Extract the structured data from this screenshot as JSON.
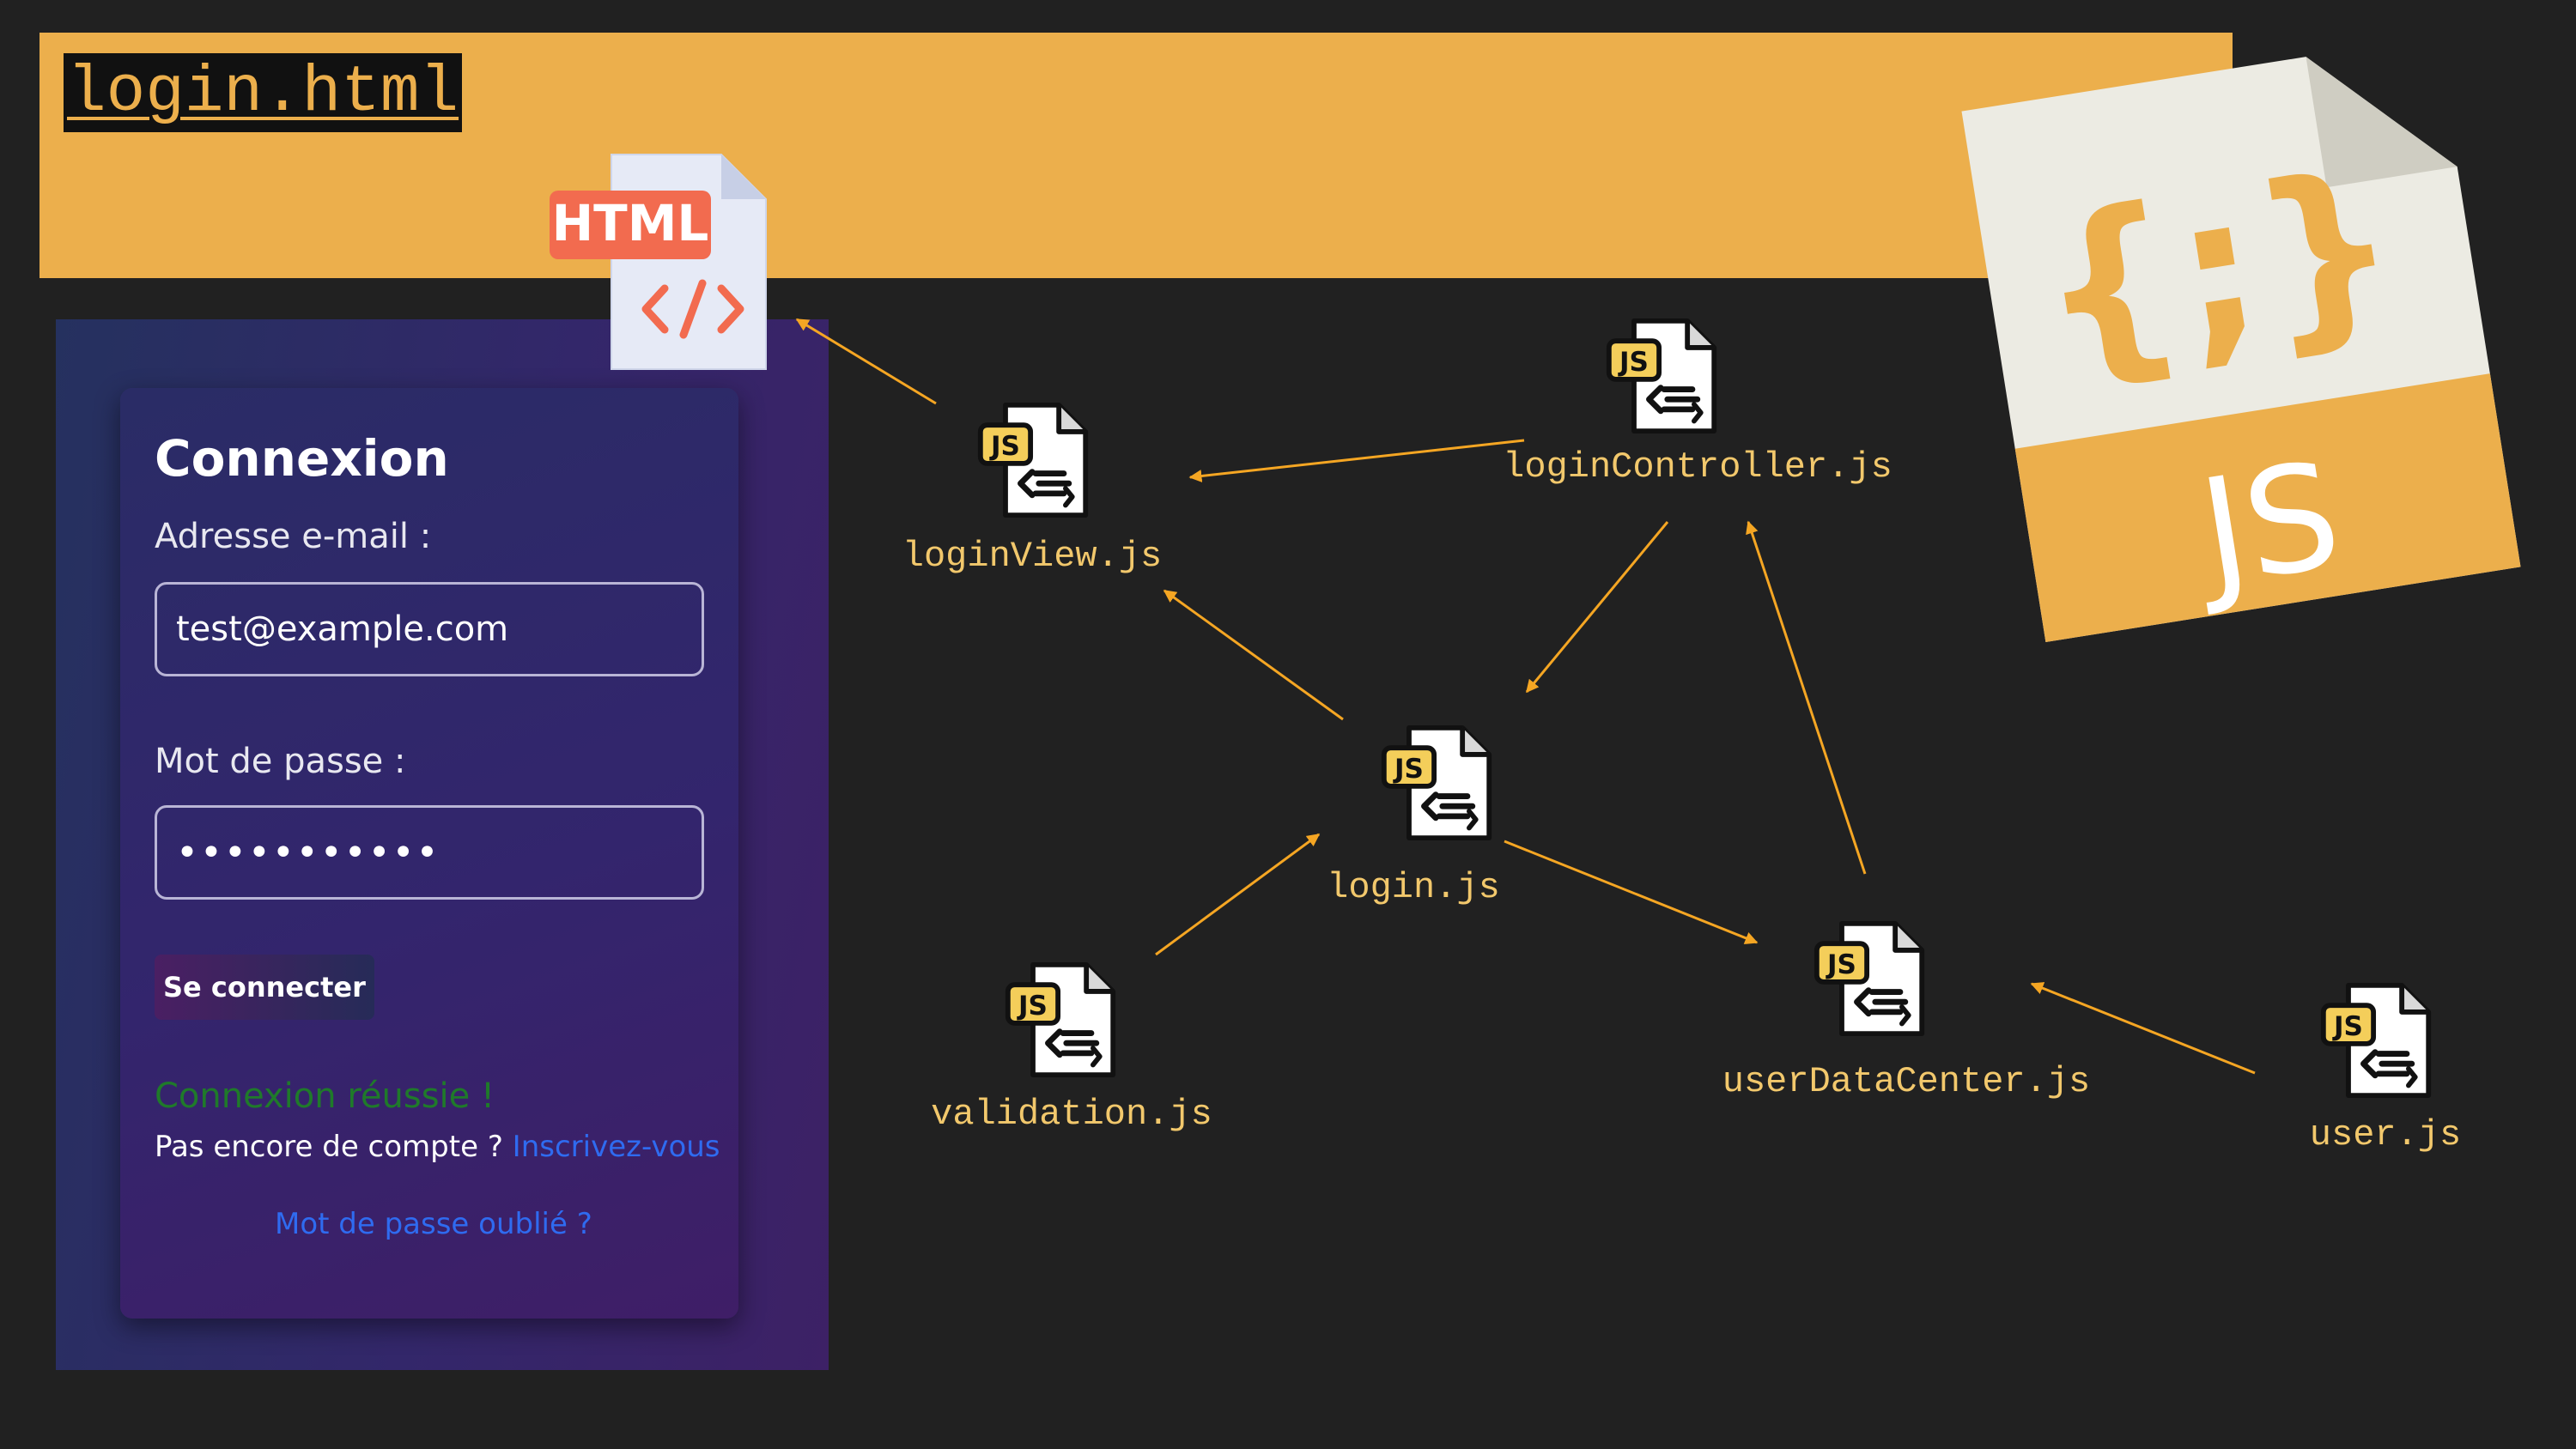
{
  "page_title": "login.html",
  "login_form": {
    "title": "Connexion",
    "email_label": "Adresse e-mail :",
    "email_value": "test@example.com",
    "password_label": "Mot de passe :",
    "password_value": "•••••••••••",
    "submit_label": "Se connecter",
    "success_message": "Connexion réussie !",
    "signup_prompt": "Pas encore de compte ?",
    "signup_link": "Inscrivez-vous",
    "forgot_password_link": "Mot de passe oublié ?"
  },
  "html_badge": {
    "label": "HTML",
    "badge_color": "#f26b4f",
    "icon": "code-brackets-icon"
  },
  "js_logo": {
    "label": "JS",
    "braces_text": "{;}",
    "color": "#ecaf4c"
  },
  "files": [
    {
      "id": "loginView",
      "label": "loginView.js",
      "badge": "JS"
    },
    {
      "id": "loginController",
      "label": "loginController.js",
      "badge": "JS"
    },
    {
      "id": "login",
      "label": "login.js",
      "badge": "JS"
    },
    {
      "id": "validation",
      "label": "validation.js",
      "badge": "JS"
    },
    {
      "id": "userDataCenter",
      "label": "userDataCenter.js",
      "badge": "JS"
    },
    {
      "id": "user",
      "label": "user.js",
      "badge": "JS"
    }
  ],
  "edges": [
    {
      "from": "loginView",
      "to": "login.html"
    },
    {
      "from": "loginController",
      "to": "loginView"
    },
    {
      "from": "loginController",
      "to": "login"
    },
    {
      "from": "login",
      "to": "loginView"
    },
    {
      "from": "validation",
      "to": "login"
    },
    {
      "from": "login",
      "to": "userDataCenter"
    },
    {
      "from": "userDataCenter",
      "to": "loginController"
    },
    {
      "from": "user",
      "to": "userDataCenter"
    }
  ],
  "colors": {
    "background": "#212121",
    "accent": "#ecaf4c",
    "arrow": "#f5a623",
    "label": "#f2c86c"
  }
}
